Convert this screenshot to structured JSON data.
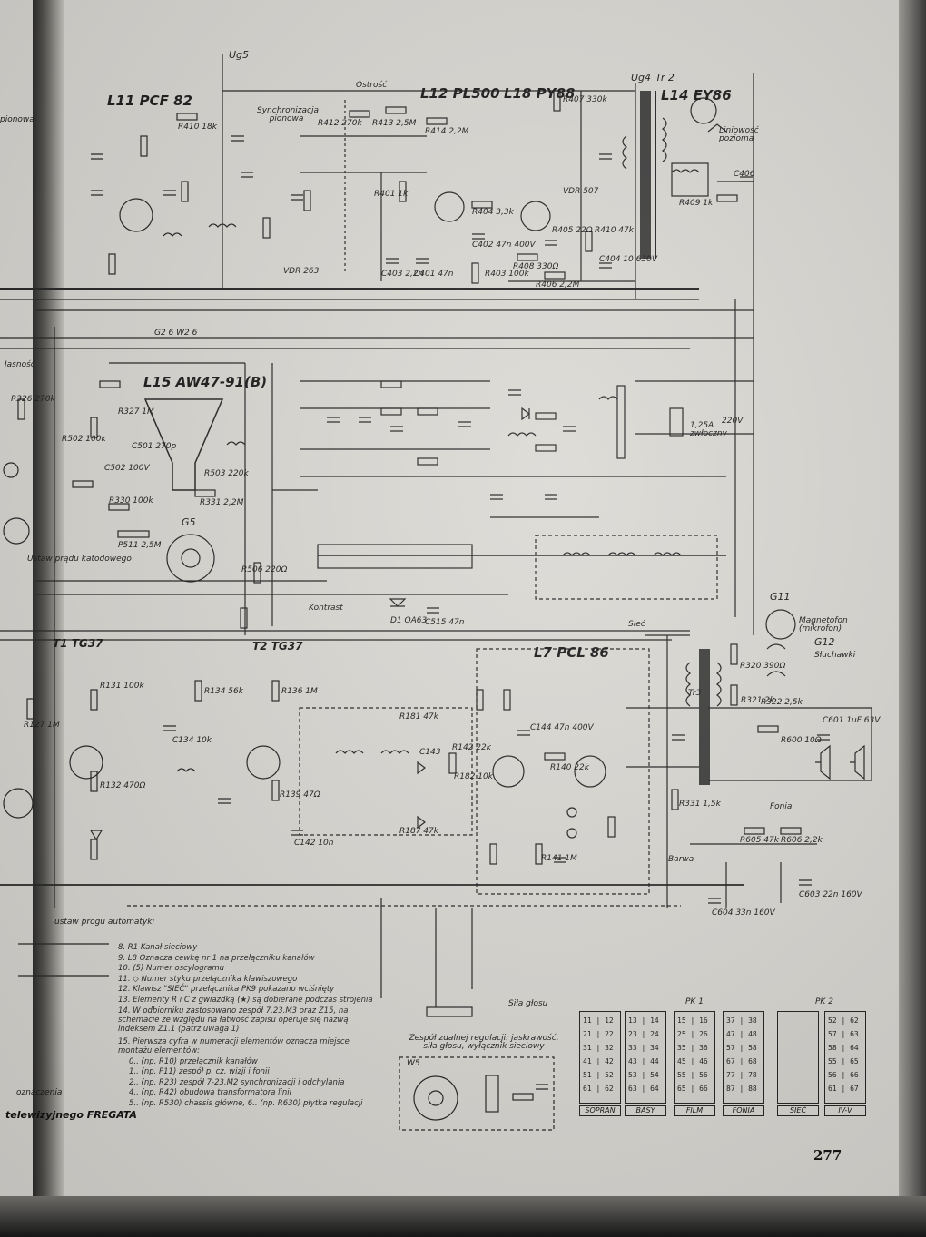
{
  "page_number": "277",
  "footer_caption": "telewizyjnego FREGATA",
  "footer_left": "oznaczenia",
  "tubes": [
    {
      "id": "L11",
      "label": "L11 PCF 82"
    },
    {
      "id": "L12",
      "label": "L12 PL500"
    },
    {
      "id": "L18",
      "label": "L18 PY88"
    },
    {
      "id": "L14",
      "label": "L14 EY86"
    },
    {
      "id": "L15",
      "label": "L15 AW47-91(B)"
    },
    {
      "id": "L7",
      "label": "L7 PCL 86"
    }
  ],
  "transistors": [
    {
      "id": "T1",
      "label": "T1 TG37"
    },
    {
      "id": "T2",
      "label": "T2 TG37"
    }
  ],
  "labels": {
    "ug5": "Ug5",
    "ostrosc": "Ostrość",
    "synchr": "Synchronizacja pionowa",
    "liniowosc": "Liniowość pozioma",
    "ug4": "Ug4",
    "tr2": "Tr 2",
    "pionowa": "pionowa",
    "jasnosc": "Jasność",
    "g2w2": "G2 6  W2 6",
    "ustaw_pradu": "Ustaw prądu katodowego",
    "kontrast": "Kontrast",
    "ustaw_progu": "ustaw progu automatyki",
    "magnetofon": "Magnetofon (mikrofon)",
    "sluchawki": "Słuchawki",
    "barwa": "Barwa",
    "fonia": "Fonia",
    "siec": "Sieć",
    "sila_glosu": "Siła głosu",
    "zespol_reg": "Zespół zdalnej regulacji: jaskrawość, siła głosu, wyłącznik sieciowy",
    "g11": "G11",
    "g12": "G12",
    "g5": "G5",
    "w5": "W5",
    "vdr": "VDR 507",
    "tr3": "Tr3",
    "v220": "220V",
    "bezp": "1,25A zwłoczny"
  },
  "components": [
    "R410 18k",
    "R412 270k",
    "R413 2,5M",
    "R414 2,2M",
    "R407 330k",
    "C406",
    "R409 1k",
    "R401 1k",
    "C403 2,2n",
    "C401 47n",
    "R403 100k",
    "R405 22Ω",
    "R404 3,3k",
    "R406 2,2M",
    "C402 47n 400V",
    "R408 330Ω",
    "C404 10 630V",
    "R410 47k",
    "VDR 263",
    "R326 270k",
    "R327 1M",
    "R502 100k",
    "R330 100k",
    "P511 2,5M",
    "R331 2,2M",
    "C501 270p",
    "C502 100V",
    "R503 220k",
    "R506 220Ω",
    "R131 100k",
    "R127 1M",
    "R132 470Ω",
    "R134 56k",
    "R136 1M",
    "C134 10k",
    "R139 47Ω",
    "R140 22k",
    "R141 1M",
    "R142 22k",
    "C142 10n",
    "C143",
    "C144 47n 400V",
    "R181 47k",
    "R182 10k",
    "R187 47k",
    "D1 OA63",
    "C515 47n",
    "R320 390Ω",
    "R321 2k",
    "R322 2,5k",
    "R331 1,5k",
    "R600 10Ω",
    "R605 47k",
    "R606 2,2k",
    "C601 1uF 63V",
    "C603 22n 160V",
    "C604 33n 160V"
  ],
  "notes": [
    "8. R1 Kanał sieciowy",
    "9. L8 Oznacza cewkę nr 1 na przełączniku kanałów",
    "10. (5) Numer oscylogramu",
    "11. ◇ Numer styku przełącznika klawiszowego",
    "12. Klawisz \"SIEĆ\" przełącznika PK9 pokazano wciśnięty",
    "13. Elementy R i C z gwiazdką (★) są dobierane podczas strojenia",
    "14. W odbiorniku zastosowano zespół 7.23.M3 oraz Z15, na schemacie ze względu na łatwość zapisu operuje się nazwą indeksem Z1.1 (patrz uwaga 1)",
    "15. Pierwsza cyfra w numeracji elementów oznacza miejsce montażu elementów:",
    "0.. (np. R10) przełącznik kanałów",
    "1.. (np. P11) zespół p. cz. wizji i fonii",
    "2.. (np. R23) zespół 7-23.M2 synchronizacji i odchylania",
    "4.. (np. R42) obudowa transformatora linii",
    "5.. (np. R530) chassis główne, 6.. (np. R630) płytka regulacji"
  ],
  "pk1_label": "PK 1",
  "pk2_label": "PK 2",
  "pk_blocks": [
    {
      "label": "SOPRAN",
      "rows": [
        "11 | 12",
        "21 | 22",
        "31 | 32",
        "41 | 42",
        "51 | 52",
        "61 | 62"
      ]
    },
    {
      "label": "BASY",
      "rows": [
        "13 | 14",
        "23 | 24",
        "33 | 34",
        "43 | 44",
        "53 | 54",
        "63 | 64"
      ]
    },
    {
      "label": "FILM",
      "rows": [
        "15 | 16",
        "25 | 26",
        "35 | 36",
        "45 | 46",
        "55 | 56",
        "65 | 66"
      ]
    },
    {
      "label": "FONIA",
      "rows": [
        "37 | 38",
        "47 | 48",
        "57 | 58",
        "67 | 68",
        "77 | 78",
        "87 | 88"
      ]
    },
    {
      "label": "SIEĆ",
      "rows": [
        "",
        "",
        "",
        "",
        "",
        ""
      ]
    },
    {
      "label": "IV-V",
      "rows": [
        "52 | 62",
        "57 | 63",
        "58 | 64",
        "55 | 65",
        "56 | 66",
        "61 | 67"
      ]
    }
  ]
}
